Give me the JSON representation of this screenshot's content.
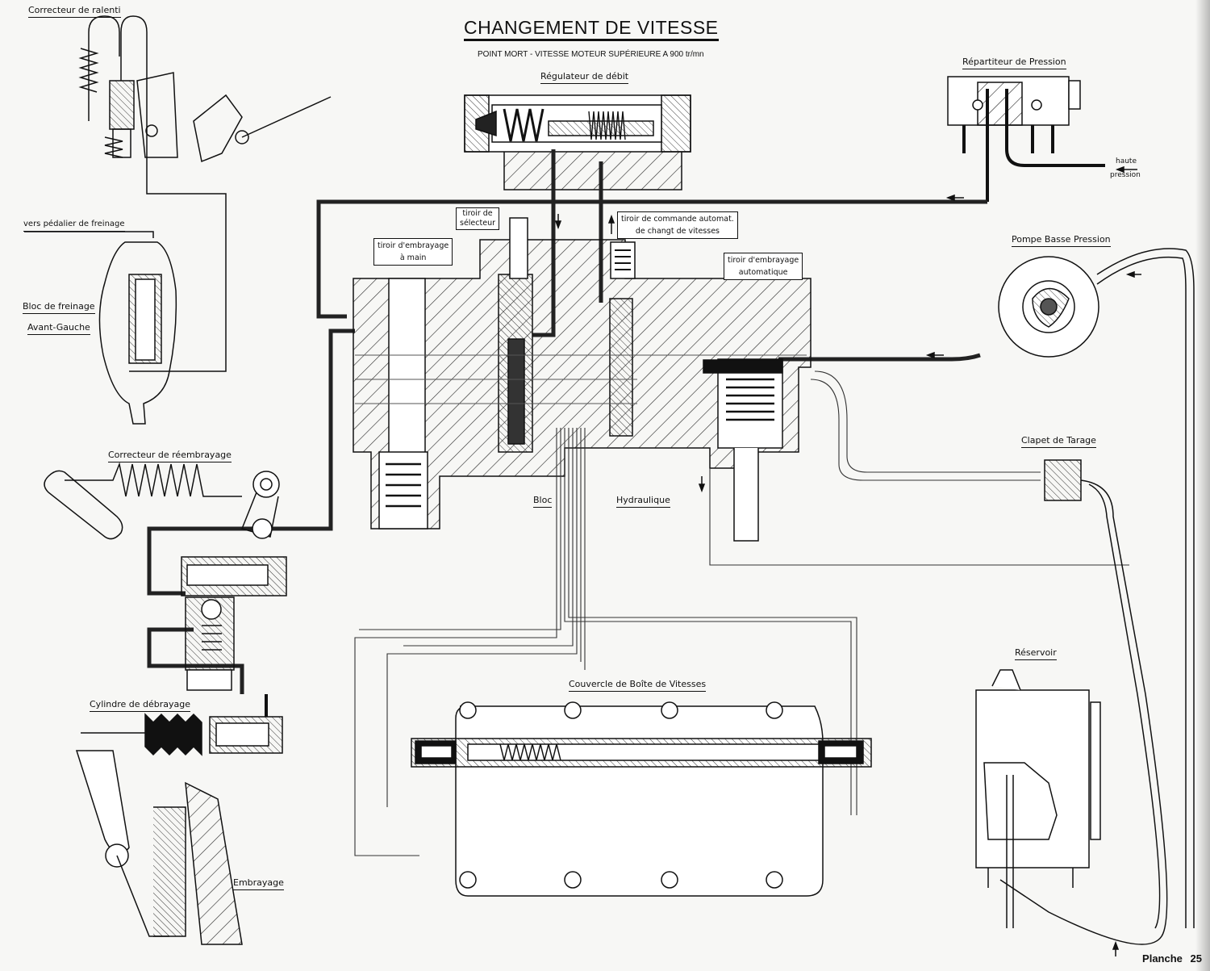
{
  "title": "CHANGEMENT DE VITESSE",
  "subtitle": "POINT MORT - VITESSE MOTEUR SUPÉRIEURE A 900 tr/mn",
  "labels": {
    "correcteur_ralenti": "Correcteur de ralenti",
    "regulateur_debit": "Régulateur de débit",
    "repartiteur_pression": "Répartiteur de Pression",
    "haute": "haute",
    "pression": "pression",
    "vers_pedalier": "vers pédalier de freinage",
    "bloc_freinage": "Bloc de freinage",
    "avant_gauche": "Avant-Gauche",
    "pompe_basse_pression": "Pompe Basse Pression",
    "correcteur_reembrayage": "Correcteur de réembrayage",
    "clapet_tarage": "Clapet de Tarage",
    "bloc": "Bloc",
    "hydraulique": "Hydraulique",
    "cylindre_debrayage": "Cylindre de débrayage",
    "couvercle_boite": "Couvercle de Boîte de Vitesses",
    "reservoir": "Réservoir",
    "embrayage": "Embrayage"
  },
  "boxes": {
    "tiroir_selecteur": [
      "tiroir de",
      "sélecteur"
    ],
    "tiroir_embrayage_main": [
      "tiroir d'embrayage",
      "à main"
    ],
    "tiroir_commande_auto": [
      "tiroir de commande automat.",
      "de changt de vitesses"
    ],
    "tiroir_embrayage_auto": [
      "tiroir d'embrayage",
      "automatique"
    ]
  },
  "footer": {
    "planche_label": "Planche",
    "planche_number": "25"
  }
}
